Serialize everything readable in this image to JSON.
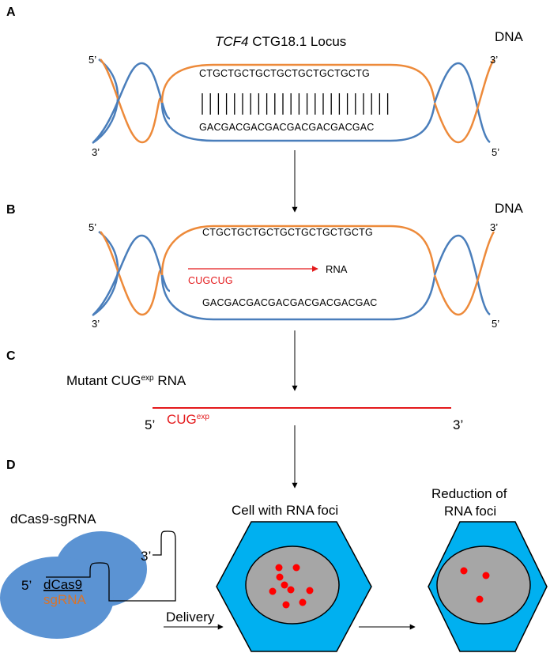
{
  "panels": {
    "a": "A",
    "b": "B",
    "c": "C",
    "d": "D"
  },
  "panel_a": {
    "title_italic": "TCF4",
    "title_rest": " CTG18.1 Locus",
    "dna_label": "DNA",
    "top_strand": "CTGCTGCTGCTGCTGCTGCTGCTG",
    "bottom_strand": "GACGACGACGACGACGACGACGAC",
    "prime_top_left": "5’",
    "prime_bottom_left": "3’",
    "prime_top_right": "3’",
    "prime_bottom_right": "5’"
  },
  "panel_b": {
    "dna_label": "DNA",
    "top_strand": "CTGCTGCTGCTGCTGCTGCTGCTG",
    "bottom_strand": "GACGACGACGACGACGACGACGAC",
    "transcript_label": "CUGCUG",
    "rna_label": "RNA",
    "prime_top_left": "5’",
    "prime_bottom_left": "3’",
    "prime_top_right": "3’",
    "prime_bottom_right": "5’"
  },
  "panel_c": {
    "title_main": "Mutant CUG",
    "title_sup": "exp",
    "title_tail": " RNA",
    "rna_main": "CUG",
    "rna_sup": "exp",
    "prime_left": "5’",
    "prime_right": "3’"
  },
  "panel_d": {
    "complex_title": "dCas9-sgRNA",
    "dcas9_label": "dCas9",
    "sgrna_label": "sgRNA",
    "prime_5": "5’",
    "prime_3": "3’",
    "delivery_label": "Delivery",
    "cell1_title": "Cell with RNA foci",
    "cell2_title_line1": "Reduction of",
    "cell2_title_line2": "RNA foci",
    "cell1_foci_count": 9,
    "cell2_foci_count": 3
  },
  "colors": {
    "orange_strand": "#ed8a3a",
    "blue_strand": "#4a7ebb",
    "rna_red": "#e41a1c",
    "cell_fill": "#00b0f0",
    "nucleus_fill": "#a6a6a6",
    "foci": "#ff0000",
    "complex_blue": "#5b93d3"
  }
}
